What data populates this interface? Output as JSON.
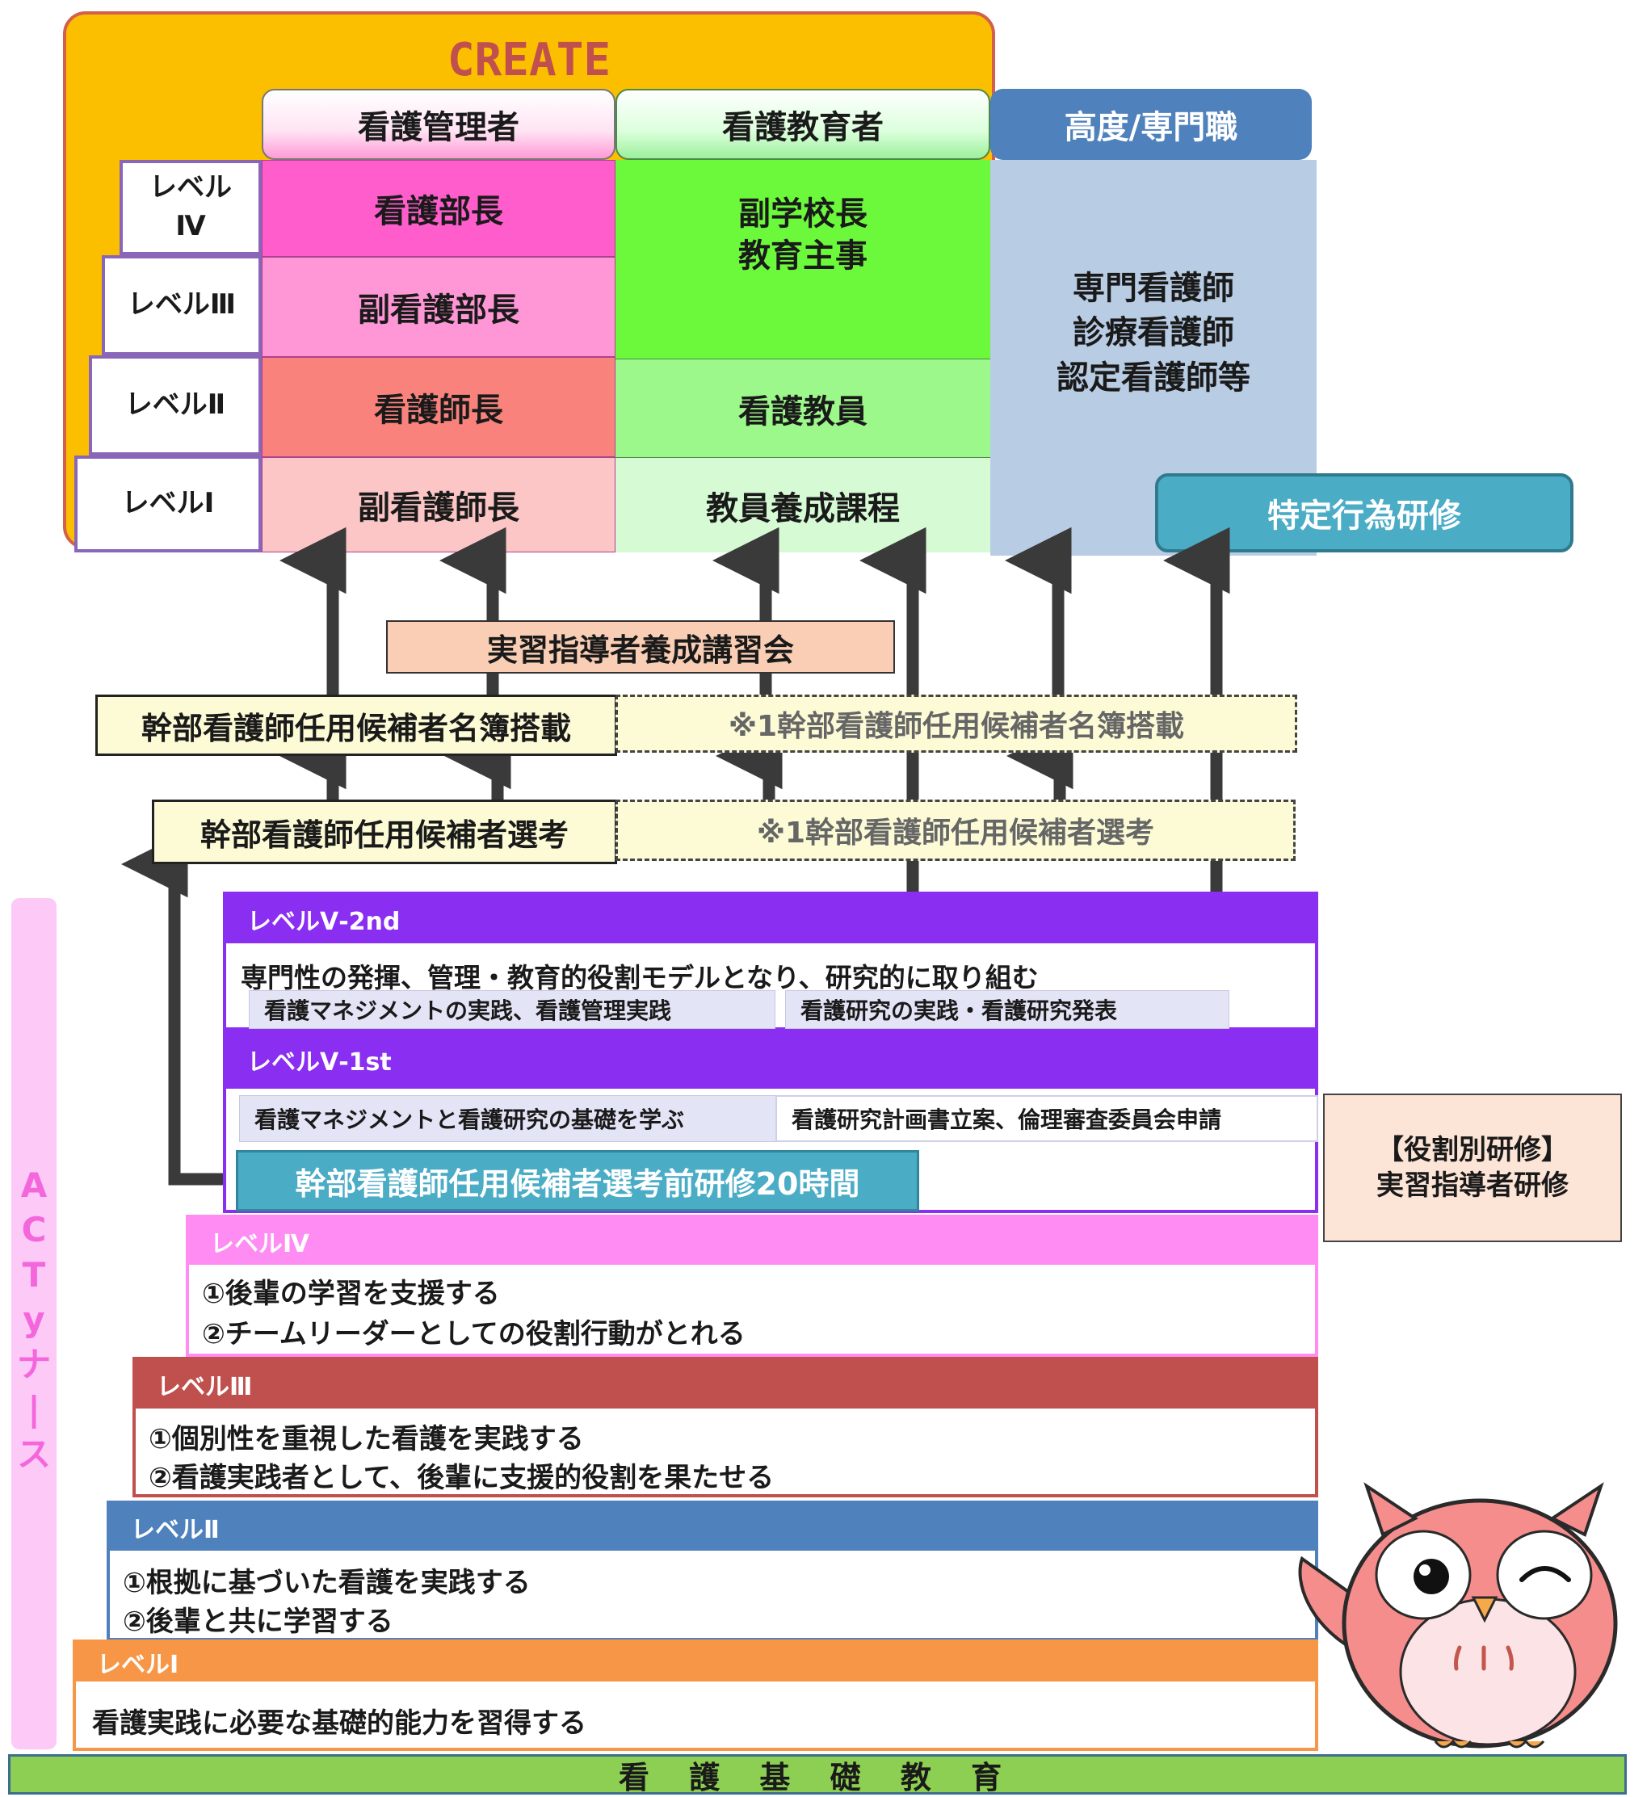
{
  "create": {
    "title": "CREATE"
  },
  "columns": {
    "manager": "看護管理者",
    "educator": "看護教育者",
    "advanced": "高度/専門職"
  },
  "create_levels": [
    "レベル\nⅣ",
    "レベルⅢ",
    "レベルⅡ",
    "レベルⅠ"
  ],
  "manager_cells": [
    "看護部長",
    "副看護部長",
    "看護師長",
    "副看護師長"
  ],
  "educator_cells": {
    "top_line1": "副学校長",
    "top_line2": "教育主事",
    "level2": "看護教員",
    "level1": "教員養成課程"
  },
  "advanced_cells": {
    "line1": "専門看護師",
    "line2": "診療看護師",
    "line3": "認定看護師等",
    "specific": "特定行為研修"
  },
  "practicum": "実習指導者養成講習会",
  "registry": {
    "label": "幹部看護師任用候補者名簿搭載",
    "dashed_label": "※1幹部看護師任用候補者名簿搭載"
  },
  "selection": {
    "label": "幹部看護師任用候補者選考",
    "dashed_label": "※1幹部看護師任用候補者選考"
  },
  "act_label": "ACTyナース",
  "levels": {
    "v2nd": {
      "title": "レベルⅤ-2nd",
      "desc": "専門性の発揮、管理・教育的役割モデルとなり、研究的に取り組む",
      "tag1": "看護マネジメントの実践、看護管理実践",
      "tag2": "看護研究の実践・看護研究発表"
    },
    "v1st": {
      "title": "レベルⅤ-1st",
      "tag1": "看護マネジメントと看護研究の基礎を学ぶ",
      "tag2": "看護研究計画書立案、倫理審査委員会申請",
      "training": "幹部看護師任用候補者選考前研修20時間"
    },
    "iv": {
      "title": "レベルⅣ",
      "line1": "①後輩の学習を支援する",
      "line2": "②チームリーダーとしての役割行動がとれる"
    },
    "iii": {
      "title": "レベルⅢ",
      "line1": "①個別性を重視した看護を実践する",
      "line2": "②看護実践者として、後輩に支援的役割を果たせる"
    },
    "ii": {
      "title": "レベルⅡ",
      "line1": "①根拠に基づいた看護を実践する",
      "line2": "②後輩と共に学習する"
    },
    "i": {
      "title": "レベルⅠ",
      "line1": "看護実践に必要な基礎的能力を習得する"
    }
  },
  "role_training": {
    "line1": "【役割別研修】",
    "line2": "実習指導者研修"
  },
  "foundation": "看 護 基 礎 教 育"
}
